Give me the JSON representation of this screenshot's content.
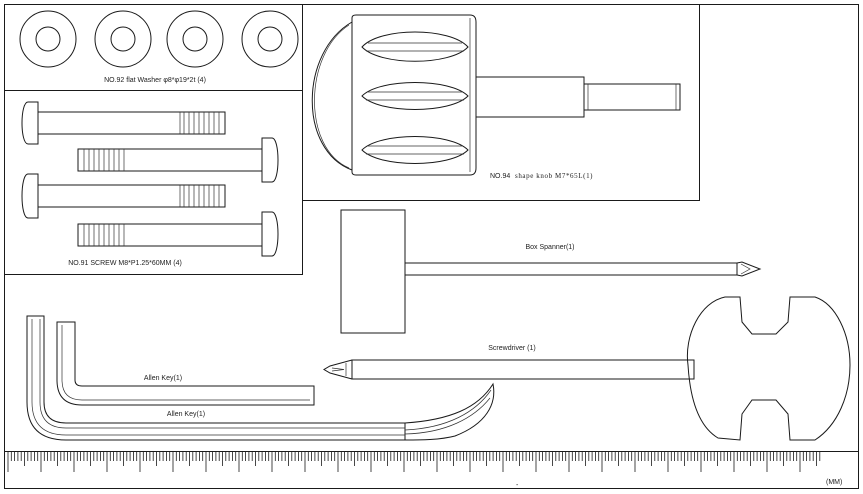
{
  "labels": {
    "washer": "NO.92 flat Washer φ8*φ19*2t (4)",
    "knob_no": "NO.94",
    "knob_desc": "shape knob M7*65L(1)",
    "screw": "NO.91 SCREW   M8*P1.25*60MM (4)",
    "box_spanner": "Box Spanner(1)",
    "screwdriver": "Screwdriver (1)",
    "allen_key_1": "Allen Key(1)",
    "allen_key_2": "Allen Key(1)",
    "ruler_unit": "(MM)",
    "ruler_mark": "-"
  }
}
